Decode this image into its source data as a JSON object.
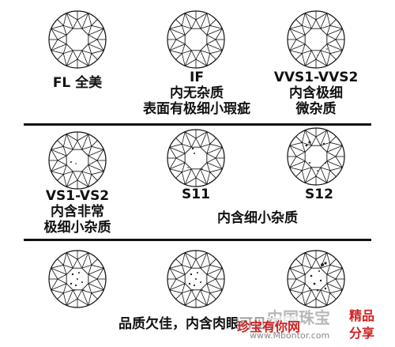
{
  "rows": [
    {
      "items": [
        {
          "lines": [
            "FL 全美"
          ],
          "inclusions": "none"
        },
        {
          "lines": [
            "IF",
            "内无杂质",
            "表面有极细小瑕疵"
          ],
          "inclusions": "none"
        },
        {
          "lines": [
            "VVS1-VVS2",
            "内含极细",
            "微杂质"
          ],
          "inclusions": "tiny"
        }
      ]
    },
    {
      "items": [
        {
          "lines": [
            "VS1-VS2",
            "内含非常",
            "极细小杂质"
          ],
          "inclusions": "very-small"
        },
        {
          "lines": [
            "S11"
          ],
          "inclusions": "small"
        },
        {
          "lines": [
            "S12"
          ],
          "inclusions": "small-plus"
        }
      ],
      "caption": "内含细小杂质"
    },
    {
      "items": [
        {
          "lines": [],
          "inclusions": "visible"
        },
        {
          "lines": [],
          "inclusions": "visible"
        },
        {
          "lines": [],
          "inclusions": "visible-plus"
        }
      ],
      "caption": "品质欠佳，内含肉眼可见杂"
    }
  ],
  "watermark": {
    "site_cn": "中国珠宝",
    "brand": "珍宝有你网",
    "url": "www.Mbontor.com",
    "tag_top": "精品",
    "tag_bottom": "分享"
  },
  "colors": {
    "line": "#111111",
    "watermark_red": "#d22020",
    "watermark_grey": "#b8b8b8"
  }
}
